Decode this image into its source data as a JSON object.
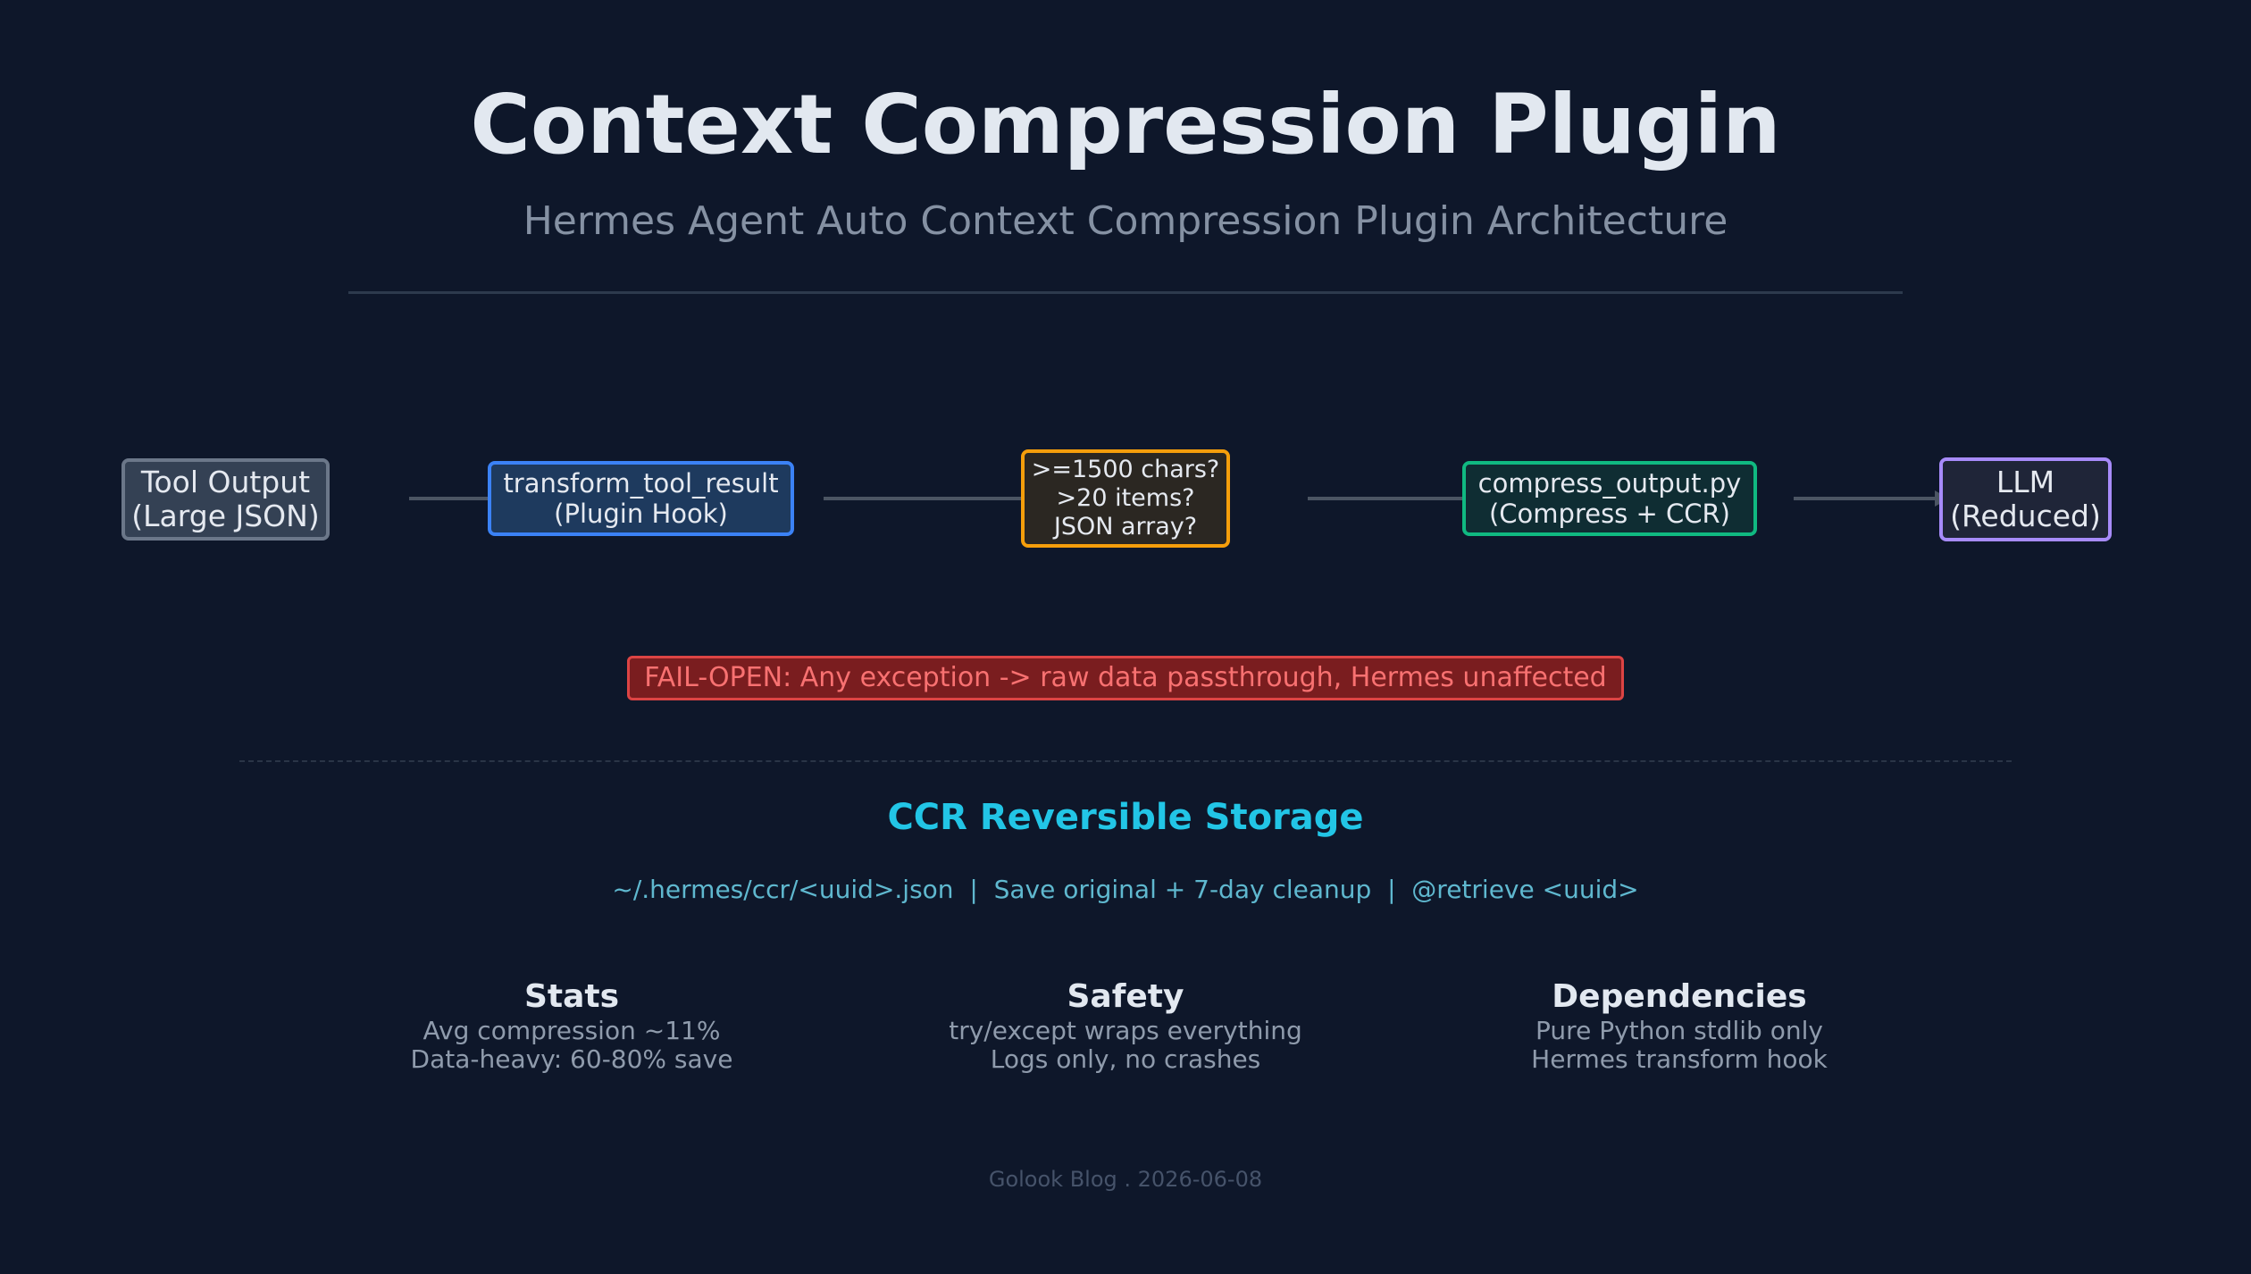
{
  "header": {
    "title": "Context Compression Plugin",
    "subtitle": "Hermes Agent Auto Context Compression Plugin Architecture"
  },
  "flow": {
    "nodes": [
      {
        "id": "tool",
        "lines": [
          "Tool Output",
          "(Large JSON)"
        ],
        "color": "#6b7789"
      },
      {
        "id": "hook",
        "lines": [
          "transform_tool_result",
          "(Plugin Hook)"
        ],
        "color": "#3b82f6"
      },
      {
        "id": "cond",
        "lines": [
          ">=1500 chars?",
          ">20 items?",
          "JSON array?"
        ],
        "color": "#f59e0b"
      },
      {
        "id": "compress",
        "lines": [
          "compress_output.py",
          "(Compress + CCR)"
        ],
        "color": "#10b981"
      },
      {
        "id": "llm",
        "lines": [
          "LLM",
          "(Reduced)"
        ],
        "color": "#a78bfa"
      }
    ],
    "arrow_color": "#4b5563"
  },
  "fail_open": {
    "text": "FAIL-OPEN: Any exception -> raw data passthrough, Hermes unaffected",
    "color": "#dc4444"
  },
  "ccr": {
    "title": "CCR Reversible Storage",
    "description": "~/.hermes/ccr/<uuid>.json  |  Save original + 7-day cleanup  |  @retrieve <uuid>",
    "color": "#22c5e6"
  },
  "info_columns": [
    {
      "heading": "Stats",
      "lines": [
        "Avg compression ~11%",
        "Data-heavy: 60-80% save"
      ]
    },
    {
      "heading": "Safety",
      "lines": [
        "try/except wraps everything",
        "Logs only, no crashes"
      ]
    },
    {
      "heading": "Dependencies",
      "lines": [
        "Pure Python stdlib only",
        "Hermes transform hook"
      ]
    }
  ],
  "footer": {
    "text": "Golook Blog . 2026-06-08"
  }
}
